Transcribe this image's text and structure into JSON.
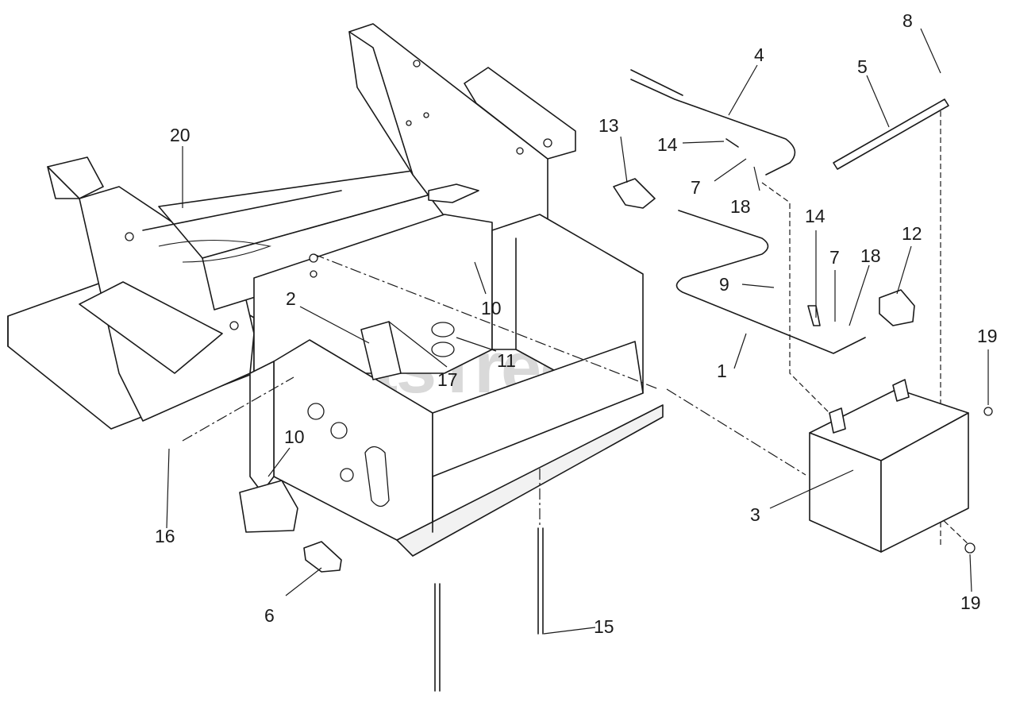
{
  "watermark": {
    "text": "PartsTree",
    "color": "#d9d9d9"
  },
  "callouts": [
    {
      "id": "c1",
      "label": "1"
    },
    {
      "id": "c2",
      "label": "2"
    },
    {
      "id": "c3",
      "label": "3"
    },
    {
      "id": "c4",
      "label": "4"
    },
    {
      "id": "c5",
      "label": "5"
    },
    {
      "id": "c6",
      "label": "6"
    },
    {
      "id": "c7a",
      "label": "7"
    },
    {
      "id": "c7b",
      "label": "7"
    },
    {
      "id": "c8",
      "label": "8"
    },
    {
      "id": "c9",
      "label": "9"
    },
    {
      "id": "c10a",
      "label": "10"
    },
    {
      "id": "c10b",
      "label": "10"
    },
    {
      "id": "c11",
      "label": "11"
    },
    {
      "id": "c12",
      "label": "12"
    },
    {
      "id": "c13",
      "label": "13"
    },
    {
      "id": "c14a",
      "label": "14"
    },
    {
      "id": "c14b",
      "label": "14"
    },
    {
      "id": "c15",
      "label": "15"
    },
    {
      "id": "c16",
      "label": "16"
    },
    {
      "id": "c17",
      "label": "17"
    },
    {
      "id": "c18a",
      "label": "18"
    },
    {
      "id": "c18b",
      "label": "18"
    },
    {
      "id": "c19a",
      "label": "19"
    },
    {
      "id": "c19b",
      "label": "19"
    },
    {
      "id": "c20",
      "label": "20"
    }
  ]
}
